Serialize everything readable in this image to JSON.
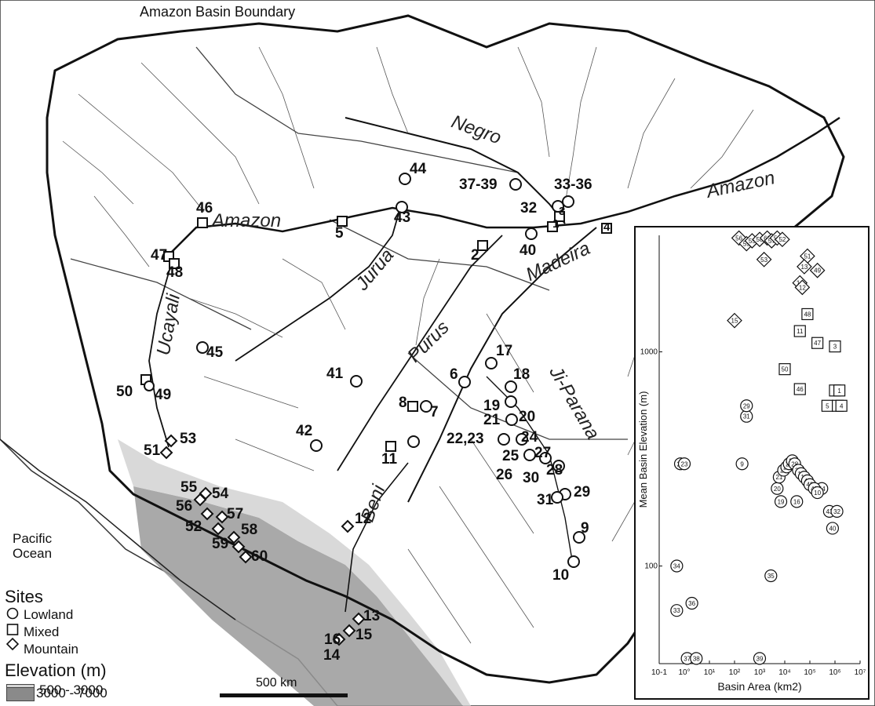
{
  "map": {
    "boundary_label": "Amazon Basin Boundary",
    "ocean_label": "Pacific\nOcean",
    "rivers": [
      {
        "id": "negro",
        "text": "Negro"
      },
      {
        "id": "amazon-east",
        "text": "Amazon"
      },
      {
        "id": "amazon-west",
        "text": "Amazon"
      },
      {
        "id": "jurua",
        "text": "Jurua"
      },
      {
        "id": "ucayali",
        "text": "Ucayali"
      },
      {
        "id": "purus",
        "text": "Purus"
      },
      {
        "id": "madeira",
        "text": "Madeira"
      },
      {
        "id": "ji-parana",
        "text": "Ji-Parana"
      },
      {
        "id": "beni",
        "text": "Beni"
      }
    ],
    "scale_bar": "500 km",
    "site_labels": [
      "1",
      "2",
      "3",
      "4",
      "5",
      "6",
      "7",
      "8",
      "9",
      "10",
      "11",
      "12",
      "13",
      "14",
      "15",
      "16",
      "17",
      "18",
      "19",
      "20",
      "21",
      "22,23",
      "24",
      "25",
      "26",
      "27",
      "28",
      "29",
      "30",
      "31",
      "32",
      "33-36",
      "37-39",
      "40",
      "41",
      "42",
      "43",
      "44",
      "45",
      "46",
      "47",
      "48",
      "49",
      "50",
      "51",
      "53",
      "54",
      "55",
      "56",
      "57",
      "52",
      "58",
      "59",
      "60"
    ]
  },
  "legend": {
    "sites_title": "Sites",
    "items": [
      {
        "shape": "circle",
        "label": "Lowland"
      },
      {
        "shape": "square",
        "label": "Mixed"
      },
      {
        "shape": "diamond",
        "label": "Mountain"
      }
    ],
    "elevation_title": "Elevation (m)",
    "ranges": [
      {
        "label": "500 - 3000",
        "color": "#d4d4d4"
      },
      {
        "label": "3000 - 7000",
        "color": "#8a8a8a"
      }
    ]
  },
  "inset": {
    "xlabel": "Basin Area (km2)",
    "ylabel": "Mean Basin Elevation (m)",
    "x_ticks": [
      "10-1",
      "10°",
      "10¹",
      "10²",
      "10³",
      "10⁴",
      "10⁵",
      "10⁶",
      "10⁷"
    ],
    "y_ticks": [
      "1000",
      "100"
    ]
  },
  "chart_data": {
    "type": "scatter",
    "xlabel": "Basin Area (km2)",
    "ylabel": "Mean Basin Elevation (m)",
    "x_log": true,
    "y_log": true,
    "xlim": [
      0.1,
      10000000
    ],
    "ylim": [
      35,
      3500
    ],
    "series": [
      {
        "name": "Lowland",
        "points": [
          [
            0.7,
            300,
            "22"
          ],
          [
            1.0,
            300,
            "23"
          ],
          [
            300,
            500,
            "31"
          ],
          [
            300,
            560,
            "29"
          ],
          [
            200,
            300,
            "9"
          ],
          [
            0.5,
            100,
            "34"
          ],
          [
            0.5,
            62,
            "33"
          ],
          [
            2,
            67,
            "36"
          ],
          [
            1.3,
            37,
            "37"
          ],
          [
            3,
            37,
            "38"
          ],
          [
            1000,
            37,
            "39"
          ],
          [
            2800,
            90,
            "35"
          ],
          [
            800000,
            150,
            "40"
          ],
          [
            600000,
            180,
            "43"
          ],
          [
            1200000,
            180,
            "32"
          ],
          [
            300000,
            230,
            "44"
          ],
          [
            30000,
            200,
            "16"
          ],
          [
            7000,
            200,
            "19"
          ],
          [
            5000,
            230,
            "20"
          ],
          [
            6000,
            260,
            "21"
          ],
          [
            9000,
            280,
            "24"
          ],
          [
            12000,
            290,
            "25"
          ],
          [
            15000,
            300,
            "26"
          ],
          [
            20000,
            310,
            "27"
          ],
          [
            25000,
            300,
            "28"
          ],
          [
            35000,
            280,
            "30"
          ],
          [
            45000,
            270,
            "17"
          ],
          [
            60000,
            260,
            "18"
          ],
          [
            80000,
            250,
            "41"
          ],
          [
            100000,
            240,
            "42"
          ],
          [
            150000,
            230,
            "45"
          ],
          [
            200000,
            220,
            "10"
          ]
        ]
      },
      {
        "name": "Mixed",
        "points": [
          [
            80000,
            1500,
            "48"
          ],
          [
            40000,
            1250,
            "11"
          ],
          [
            200000,
            1100,
            "47"
          ],
          [
            1000000,
            1060,
            "3"
          ],
          [
            10000,
            830,
            "50"
          ],
          [
            40000,
            670,
            "46"
          ],
          [
            1000000,
            660,
            "6"
          ],
          [
            1500000,
            660,
            "1"
          ],
          [
            500000,
            560,
            "5"
          ],
          [
            1300000,
            560,
            "2"
          ],
          [
            1800000,
            560,
            "4"
          ]
        ]
      },
      {
        "name": "Mountain",
        "points": [
          [
            150,
            3400,
            "56"
          ],
          [
            300,
            3200,
            "59"
          ],
          [
            500,
            3300,
            "55"
          ],
          [
            1000,
            3350,
            "58"
          ],
          [
            2000,
            3400,
            "60"
          ],
          [
            3000,
            3300,
            "57"
          ],
          [
            5000,
            3400,
            "54"
          ],
          [
            8000,
            3350,
            "52"
          ],
          [
            1500,
            2700,
            "53"
          ],
          [
            80000,
            2800,
            "51"
          ],
          [
            200000,
            2400,
            "49"
          ],
          [
            60000,
            2500,
            "13"
          ],
          [
            40000,
            2100,
            "14"
          ],
          [
            50000,
            2000,
            "12"
          ],
          [
            100,
            1400,
            "15"
          ]
        ]
      }
    ]
  }
}
